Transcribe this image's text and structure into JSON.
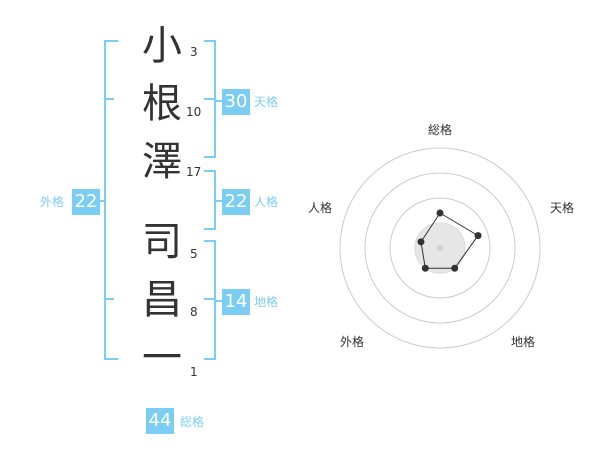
{
  "name": {
    "characters": [
      {
        "char": "小",
        "strokes": "3"
      },
      {
        "char": "根",
        "strokes": "10"
      },
      {
        "char": "澤",
        "strokes": "17"
      },
      {
        "char": "司",
        "strokes": "5"
      },
      {
        "char": "昌",
        "strokes": "8"
      },
      {
        "char": "一",
        "strokes": "1"
      }
    ]
  },
  "scores": {
    "tenkaku": {
      "value": "30",
      "label": "天格"
    },
    "jinkaku": {
      "value": "22",
      "label": "人格"
    },
    "chikaku": {
      "value": "14",
      "label": "地格"
    },
    "gaikaku": {
      "value": "22",
      "label": "外格"
    },
    "soukaku": {
      "value": "44",
      "label": "総格"
    }
  },
  "radar": {
    "labels": {
      "soukaku": "総格",
      "tenkaku": "天格",
      "chikaku": "地格",
      "gaikaku": "外格",
      "jinkaku": "人格"
    },
    "values": {
      "soukaku": 0.35,
      "tenkaku": 0.4,
      "chikaku": 0.25,
      "gaikaku": 0.25,
      "jinkaku": 0.2
    },
    "ring_color": "#cccccc",
    "fill_color": "#e6e6e6",
    "line_color": "#333333"
  },
  "colors": {
    "accent": "#7ccdf4"
  }
}
